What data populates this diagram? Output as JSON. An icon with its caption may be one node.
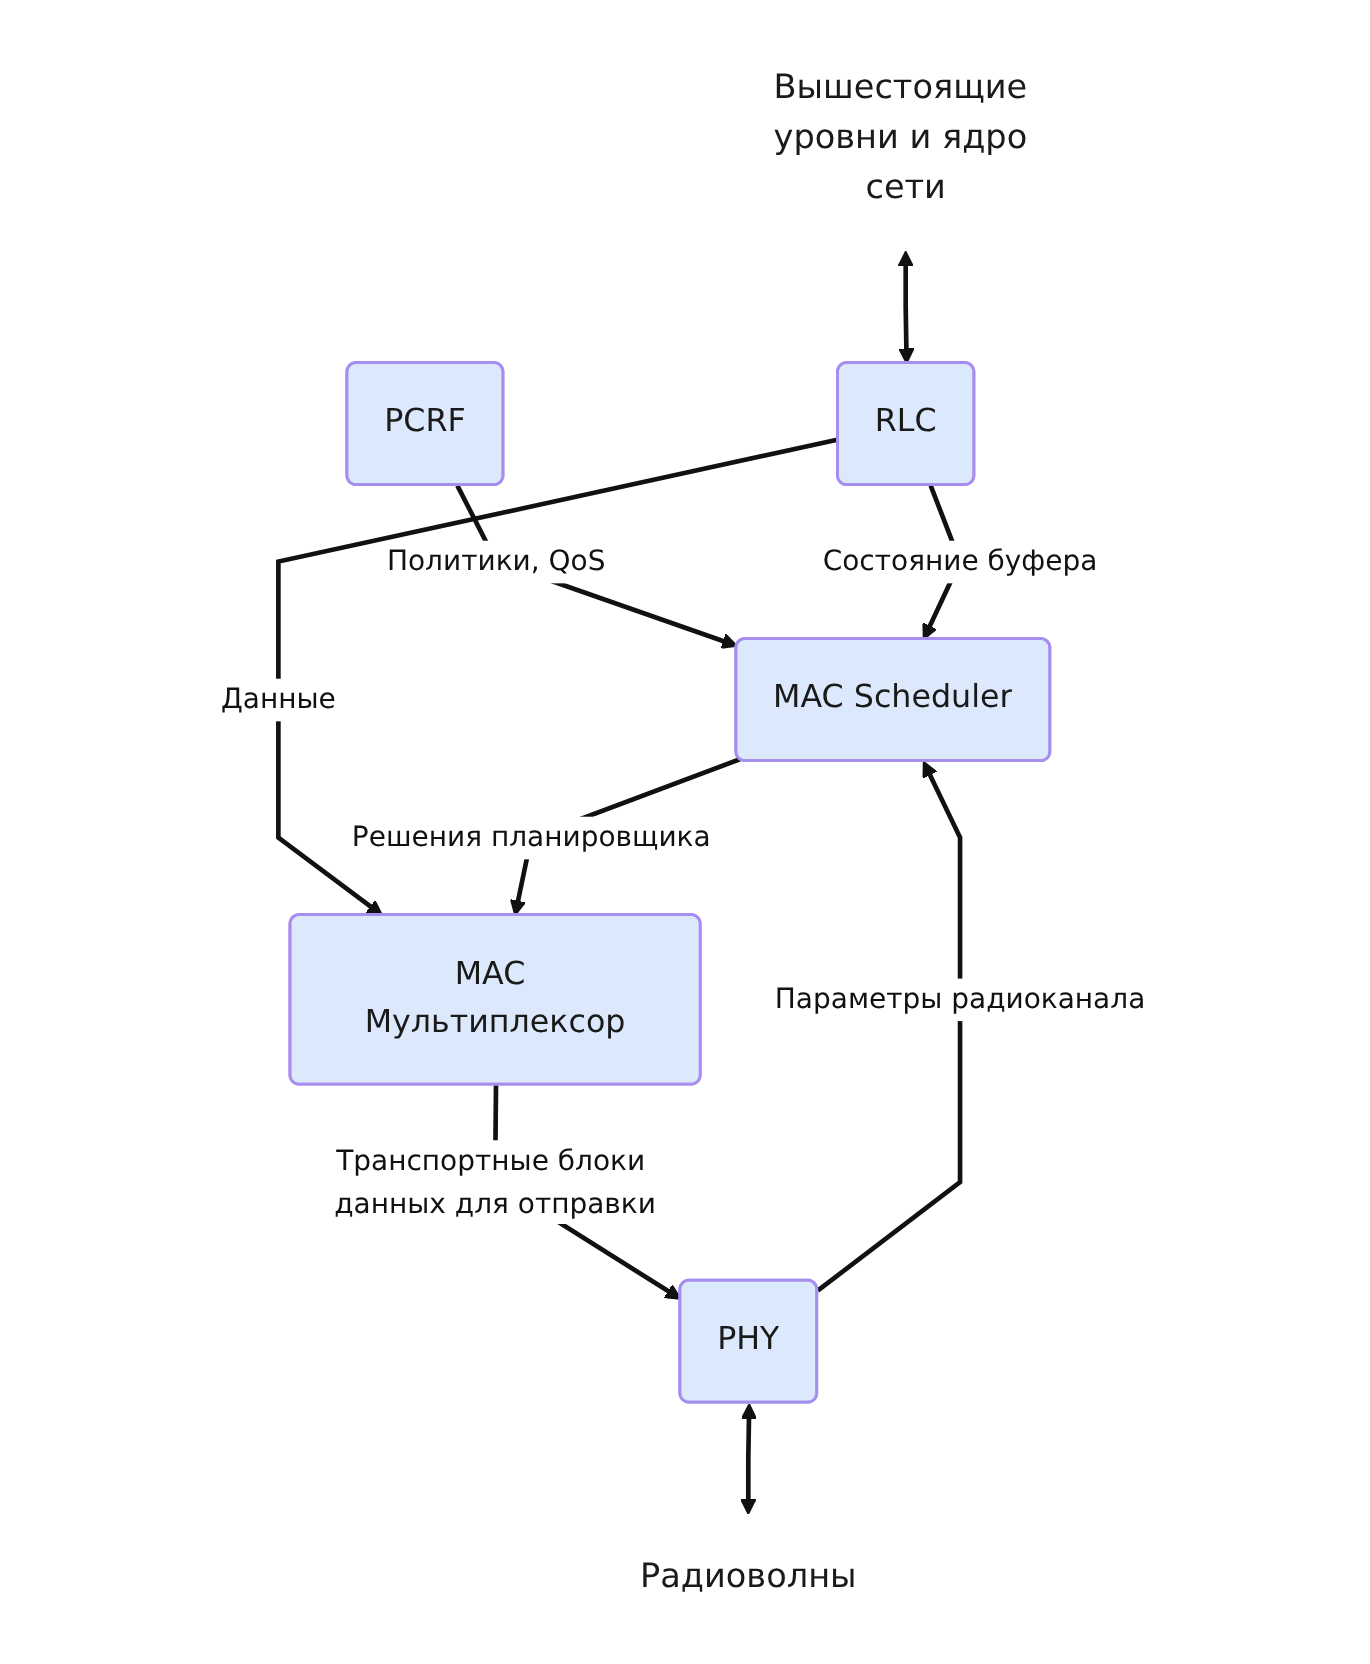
{
  "diagram": {
    "nodes": [
      {
        "text": [
          "Вышестоящие уровни и ядро сети"
        ]
      },
      {
        "text": [
          "PCRF"
        ]
      },
      {
        "text": [
          "RLC"
        ]
      },
      {
        "text": [
          "MAC Scheduler"
        ]
      },
      {
        "text": [
          "MAC Мультиплексор"
        ]
      },
      {
        "text": [
          "PHY"
        ]
      },
      {
        "text": [
          "Радиоволны"
        ]
      }
    ],
    "edges": [
      {
        "from": 0,
        "to": 2,
        "arrow": "both"
      },
      {
        "from": 1,
        "to": 3,
        "arrow": "to",
        "label": "Политики, QoS"
      },
      {
        "from": 2,
        "to": 3,
        "arrow": "to",
        "label": "Состояние буфера"
      },
      {
        "from": 2,
        "to": 4,
        "arrow": "to",
        "label": "Данные"
      },
      {
        "from": 3,
        "to": 4,
        "arrow": "to",
        "label": "Решения планировщика"
      },
      {
        "from": 4,
        "to": 5,
        "arrow": "to",
        "label": "Транспортные блоки данных для отправки"
      },
      {
        "from": 5,
        "to": 3,
        "arrow": "to",
        "label": "Параметры радиоканала"
      },
      {
        "from": 5,
        "to": 6,
        "arrow": "both"
      }
    ]
  }
}
